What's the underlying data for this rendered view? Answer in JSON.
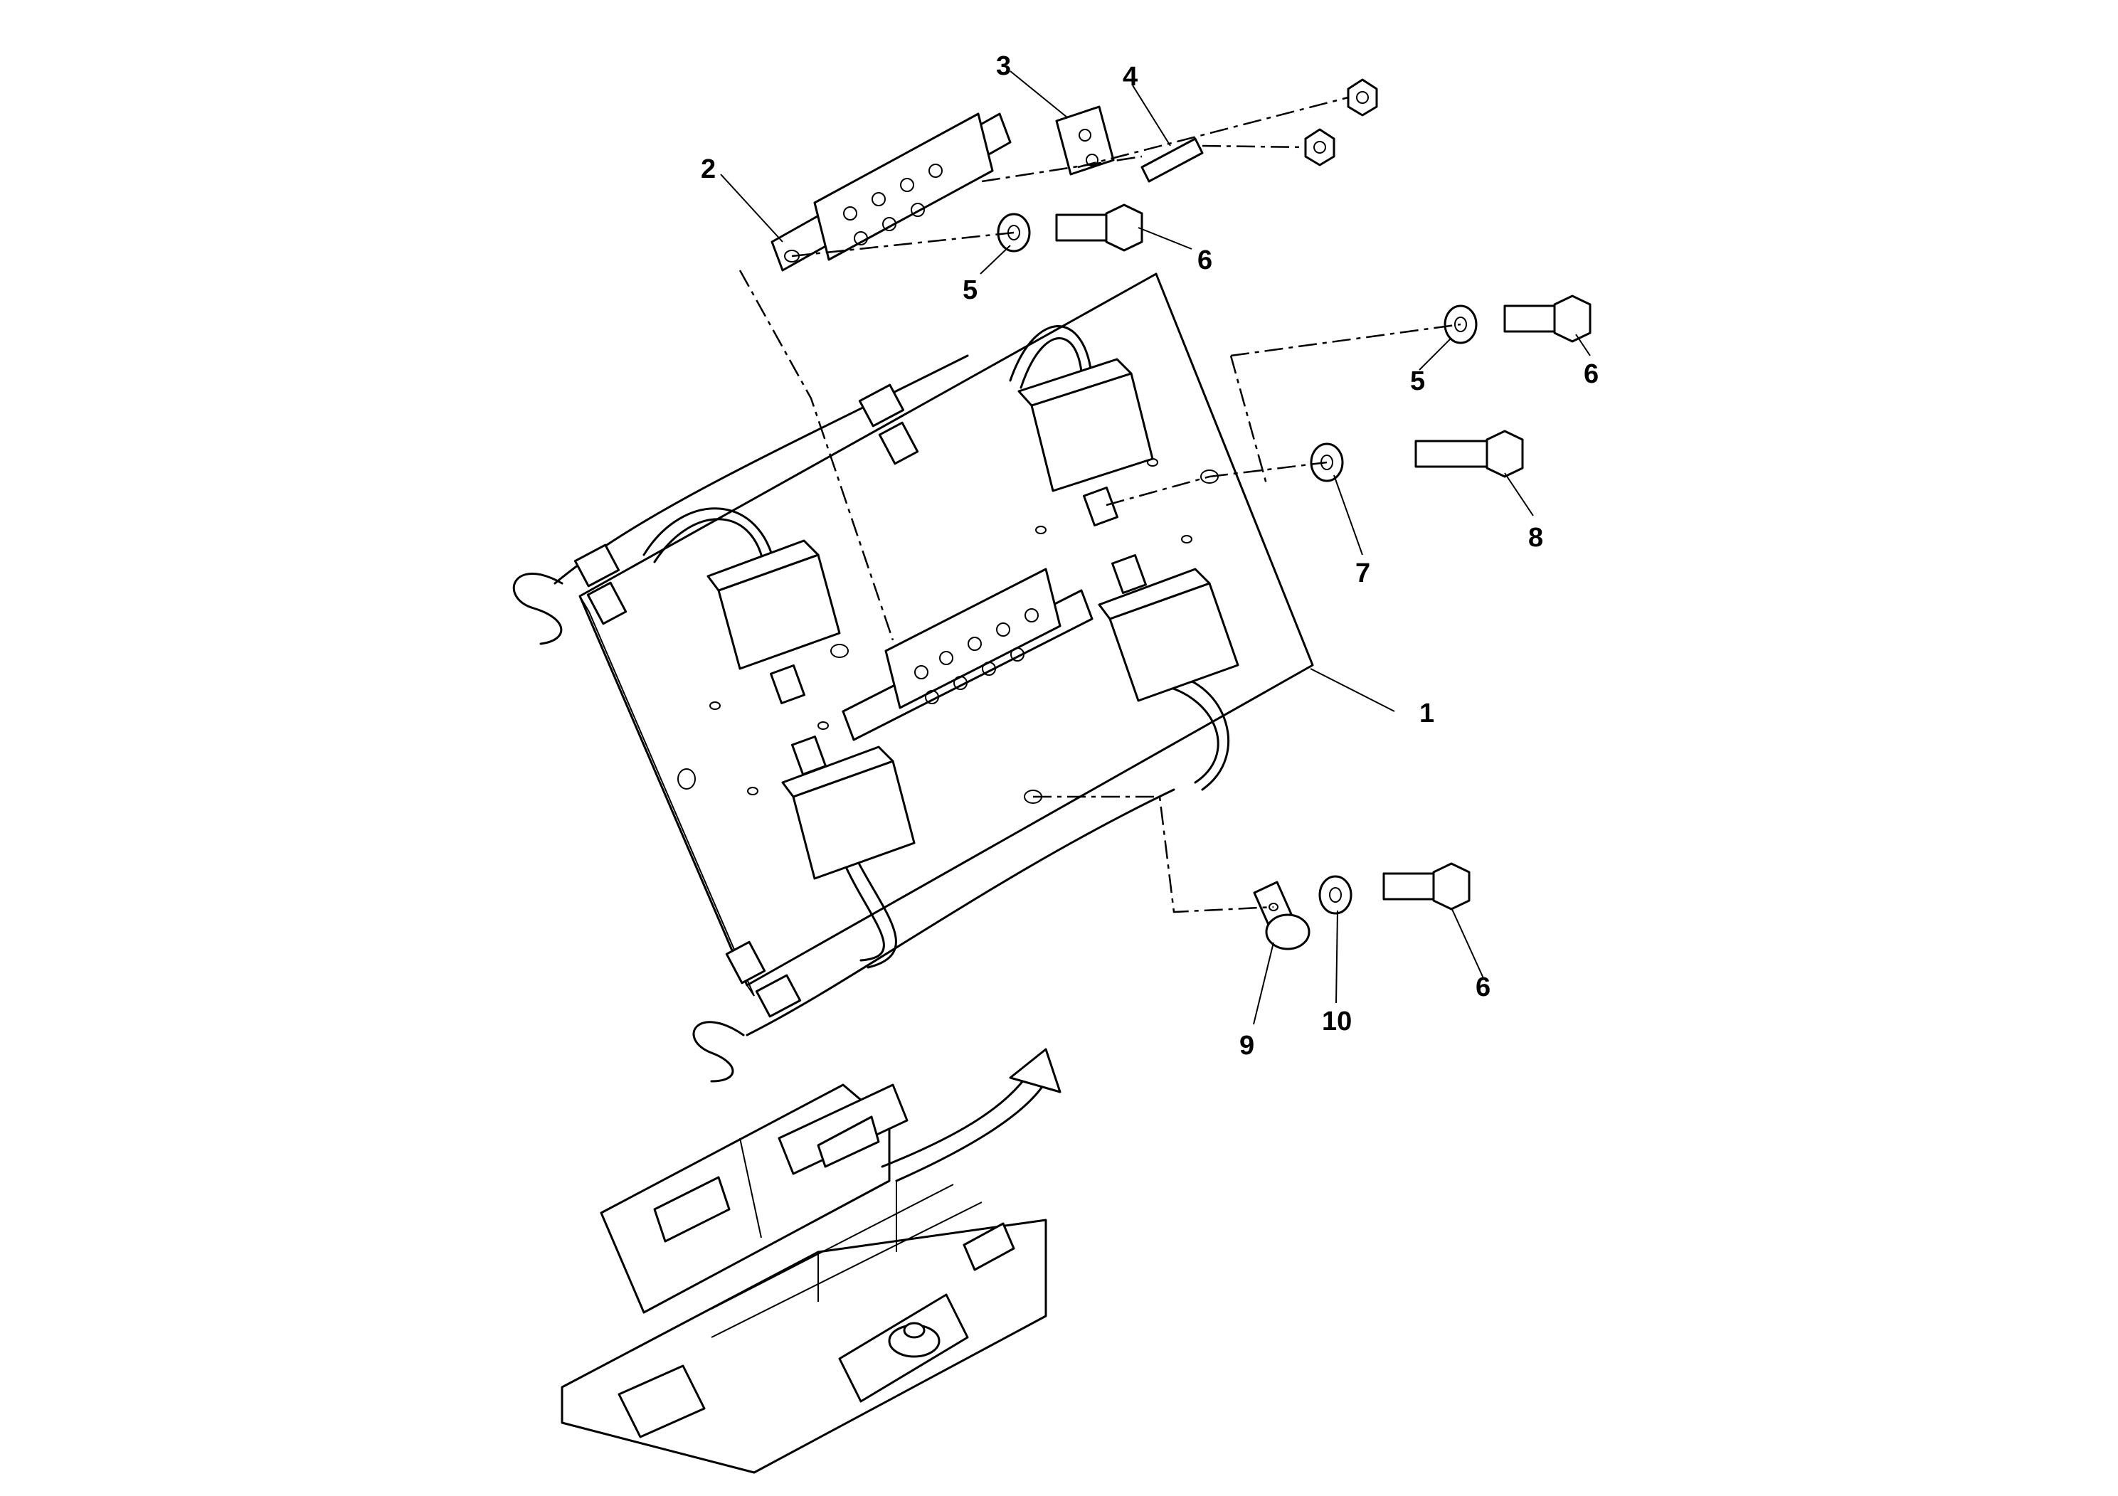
{
  "diagram": {
    "type": "exploded parts diagram",
    "callouts": [
      {
        "id": "c1",
        "label": "1"
      },
      {
        "id": "c2",
        "label": "2"
      },
      {
        "id": "c3",
        "label": "3"
      },
      {
        "id": "c4",
        "label": "4"
      },
      {
        "id": "c5a",
        "label": "5"
      },
      {
        "id": "c5b",
        "label": "5"
      },
      {
        "id": "c6a",
        "label": "6"
      },
      {
        "id": "c6b",
        "label": "6"
      },
      {
        "id": "c6c",
        "label": "6"
      },
      {
        "id": "c7",
        "label": "7"
      },
      {
        "id": "c8",
        "label": "8"
      },
      {
        "id": "c9",
        "label": "9"
      },
      {
        "id": "c10",
        "label": "10"
      }
    ]
  }
}
